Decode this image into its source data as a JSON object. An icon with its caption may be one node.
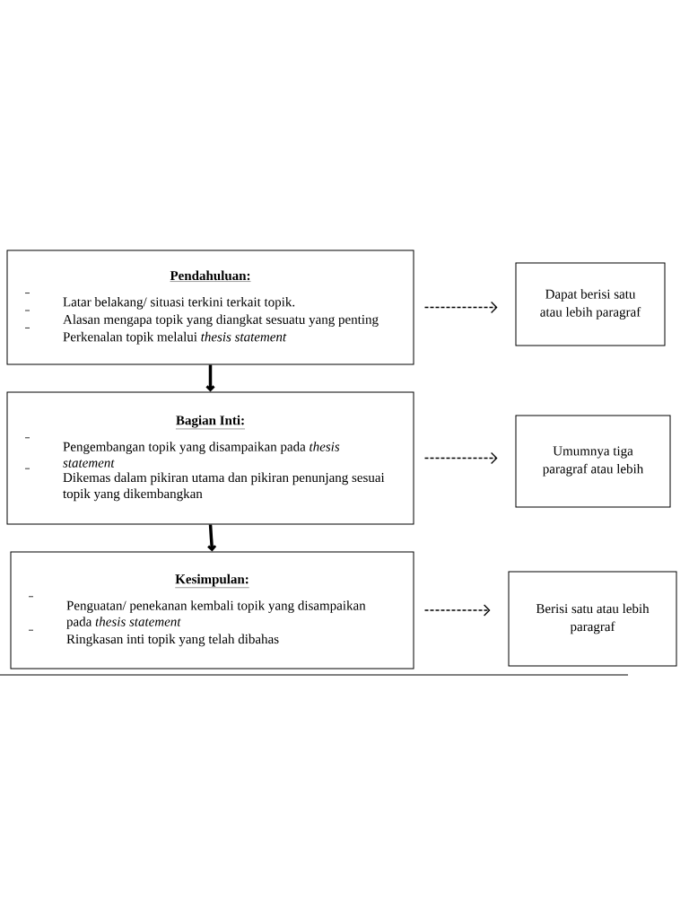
{
  "diagram": {
    "nodes": [
      {
        "text": [
          "Pendahuluan:",
          "Latar belakang/ situasi terkini terkait topik.",
          "Alasan mengapa topik yang diangkat sesuatu yang penting",
          "Perkenalan topik melalui *thesis statement*"
        ]
      },
      {
        "text": [
          "Dapat berisi satu atau lebih paragraf"
        ]
      },
      {
        "text": [
          "Bagian Inti:",
          "Pengembangan topik yang disampaikan pada *thesis statement*",
          "Dikemas dalam pikiran utama dan pikiran penunjang sesuai topik yang dikembangkan"
        ]
      },
      {
        "text": [
          "Umumnya tiga paragraf atau lebih"
        ]
      },
      {
        "text": [
          "Kesimpulan:",
          "Penguatan/ penekanan kembali topik yang disampaikan pada *thesis statement*",
          "Ringkasan inti topik yang telah dibahas"
        ]
      },
      {
        "text": [
          "Berisi satu atau lebih paragraf"
        ]
      }
    ],
    "edges": [
      {
        "from": 0,
        "to": 2,
        "arrow": "to",
        "style": "thick"
      },
      {
        "from": 2,
        "to": 4,
        "arrow": "to",
        "style": "thick"
      },
      {
        "from": 0,
        "to": 1,
        "arrow": "to",
        "style": "dashed"
      },
      {
        "from": 2,
        "to": 3,
        "arrow": "to",
        "style": "dashed"
      },
      {
        "from": 4,
        "to": 5,
        "arrow": "to",
        "style": "dashed"
      }
    ]
  }
}
